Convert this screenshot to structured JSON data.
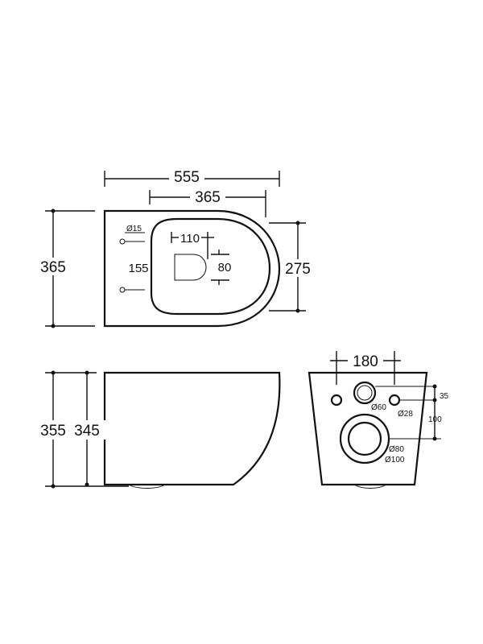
{
  "top_view": {
    "overall_length": "555",
    "bowl_opening_length": "365",
    "overall_width": "365",
    "opening_width": "275",
    "fixing_hole_diameter": "Ø15",
    "fixing_spacing": "110",
    "seat_hole_spacing": "155",
    "seat_offset": "80"
  },
  "side_view": {
    "height_total": "355",
    "height_body": "345"
  },
  "rear_view": {
    "bolt_spacing": "180",
    "water_inlet_diameter": "Ø60",
    "bolt_hole_diameter": "Ø28",
    "outlet_inner_diameter": "Ø80",
    "outlet_outer_diameter": "Ø100",
    "offset_35": "35",
    "offset_100": "100"
  }
}
